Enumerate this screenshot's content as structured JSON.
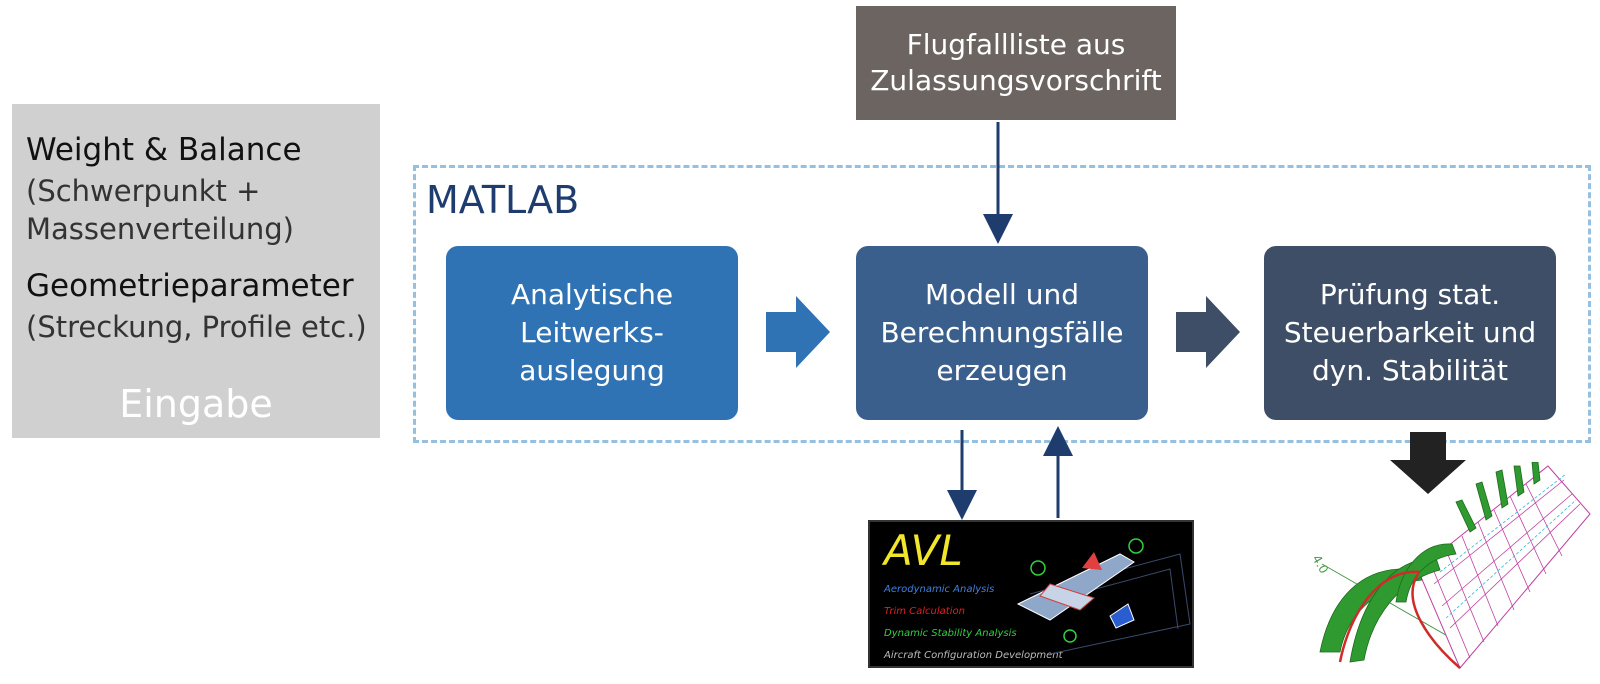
{
  "input_panel": {
    "weight_title": "Weight & Balance",
    "weight_sub1": "(Schwerpunkt +",
    "weight_sub2": "Massenverteilung)",
    "geom_title": "Geometrieparameter",
    "geom_sub": "(Streckung, Profile etc.)",
    "footer": "Eingabe"
  },
  "external_box": {
    "line1": "Flugfallliste aus",
    "line2": "Zulassungsvorschrift"
  },
  "matlab_label": "MATLAB",
  "steps": [
    {
      "lines": [
        "Analytische",
        "Leitwerks-",
        "auslegung"
      ],
      "color": "#2f73b5"
    },
    {
      "lines": [
        "Modell und",
        "Berechnungsfälle",
        "erzeugen"
      ],
      "color": "#3a5f8c"
    },
    {
      "lines": [
        "Prüfung stat.",
        "Steuerbarkeit und",
        "dyn. Stabilität"
      ],
      "color": "#3f4e67"
    }
  ],
  "avl": {
    "title": "AVL",
    "lines": [
      {
        "text": "Aerodynamic Analysis",
        "color": "#3f7fe0"
      },
      {
        "text": "Trim Calculation",
        "color": "#e02020"
      },
      {
        "text": "Dynamic Stability Analysis",
        "color": "#30d040"
      },
      {
        "text": "Aircraft Configuration Development",
        "color": "#bbbbbb"
      }
    ]
  },
  "result_plot": {
    "axis_label": "4.0"
  }
}
